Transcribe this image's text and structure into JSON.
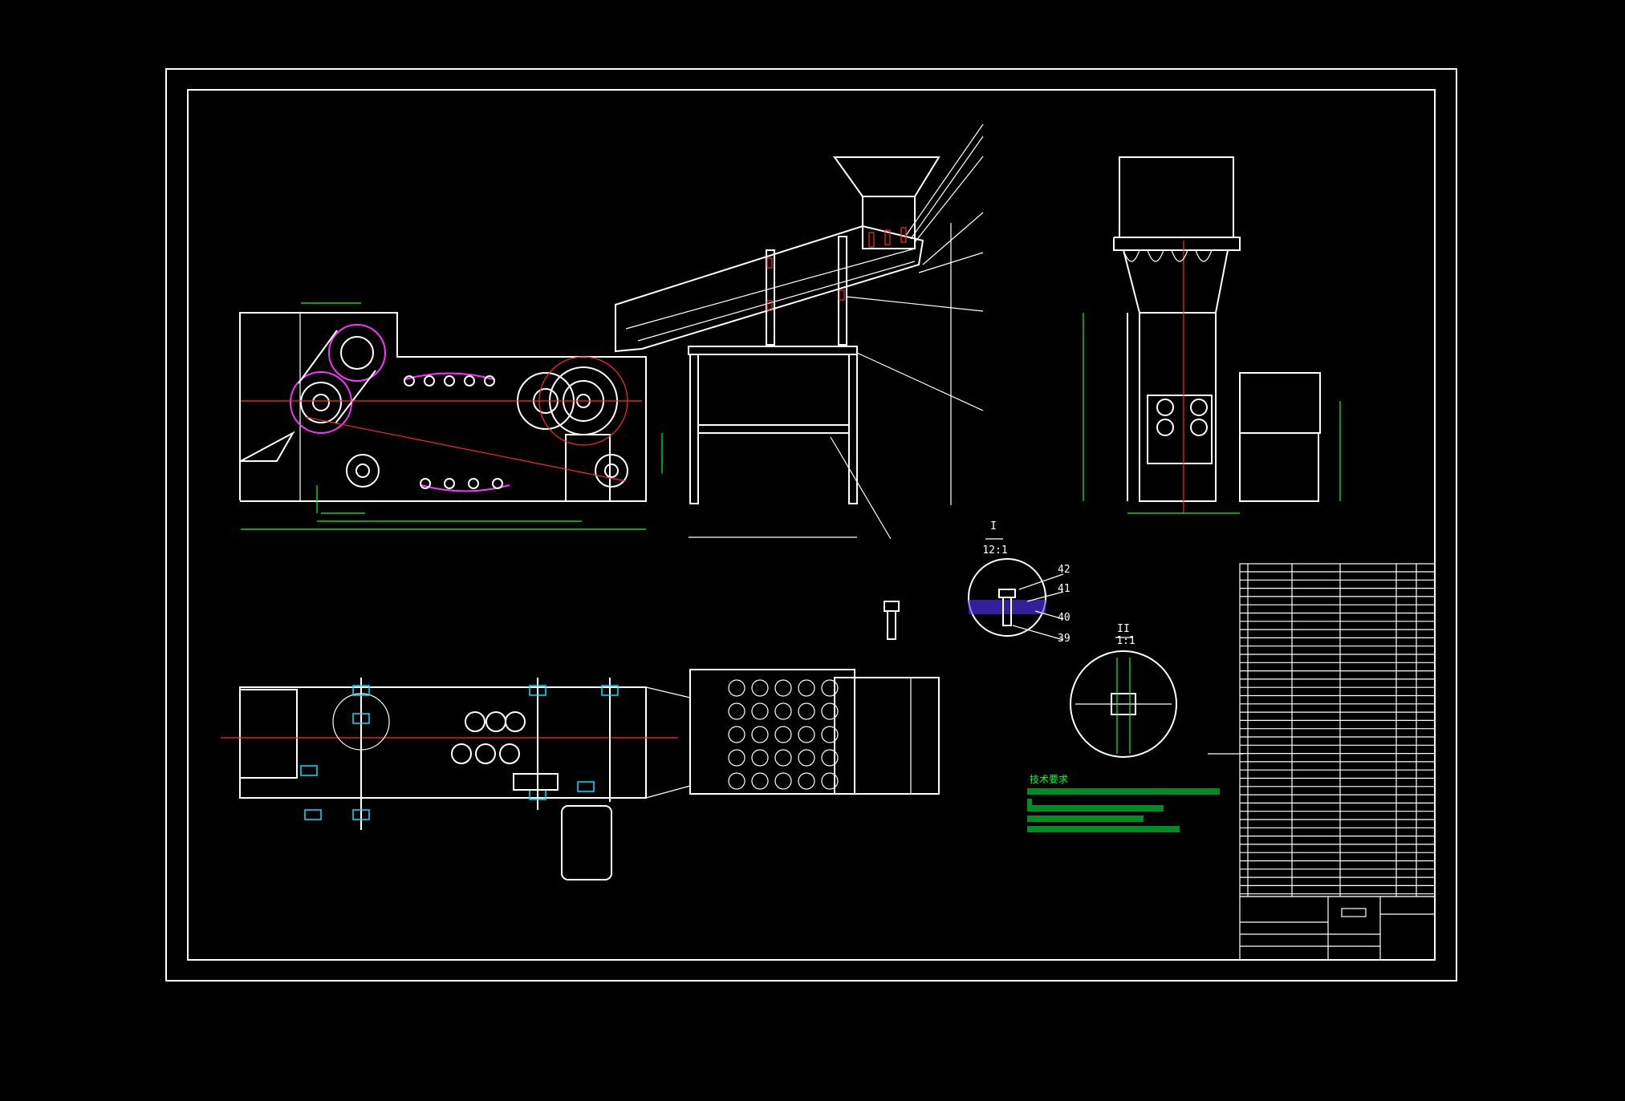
{
  "drawing": {
    "background": "#000000",
    "line_color": "#ffffff",
    "dimension_color": "#00ff3a",
    "centerline_color": "#ff2a2a",
    "chain_color": "#ff33ff"
  },
  "details": {
    "detail_1_title": "I",
    "detail_1_scale": "12:1",
    "detail_2_title": "II",
    "detail_2_scale": "1:1",
    "callouts": [
      "42",
      "41",
      "40",
      "39"
    ]
  },
  "notes": {
    "heading": "技术要求"
  }
}
